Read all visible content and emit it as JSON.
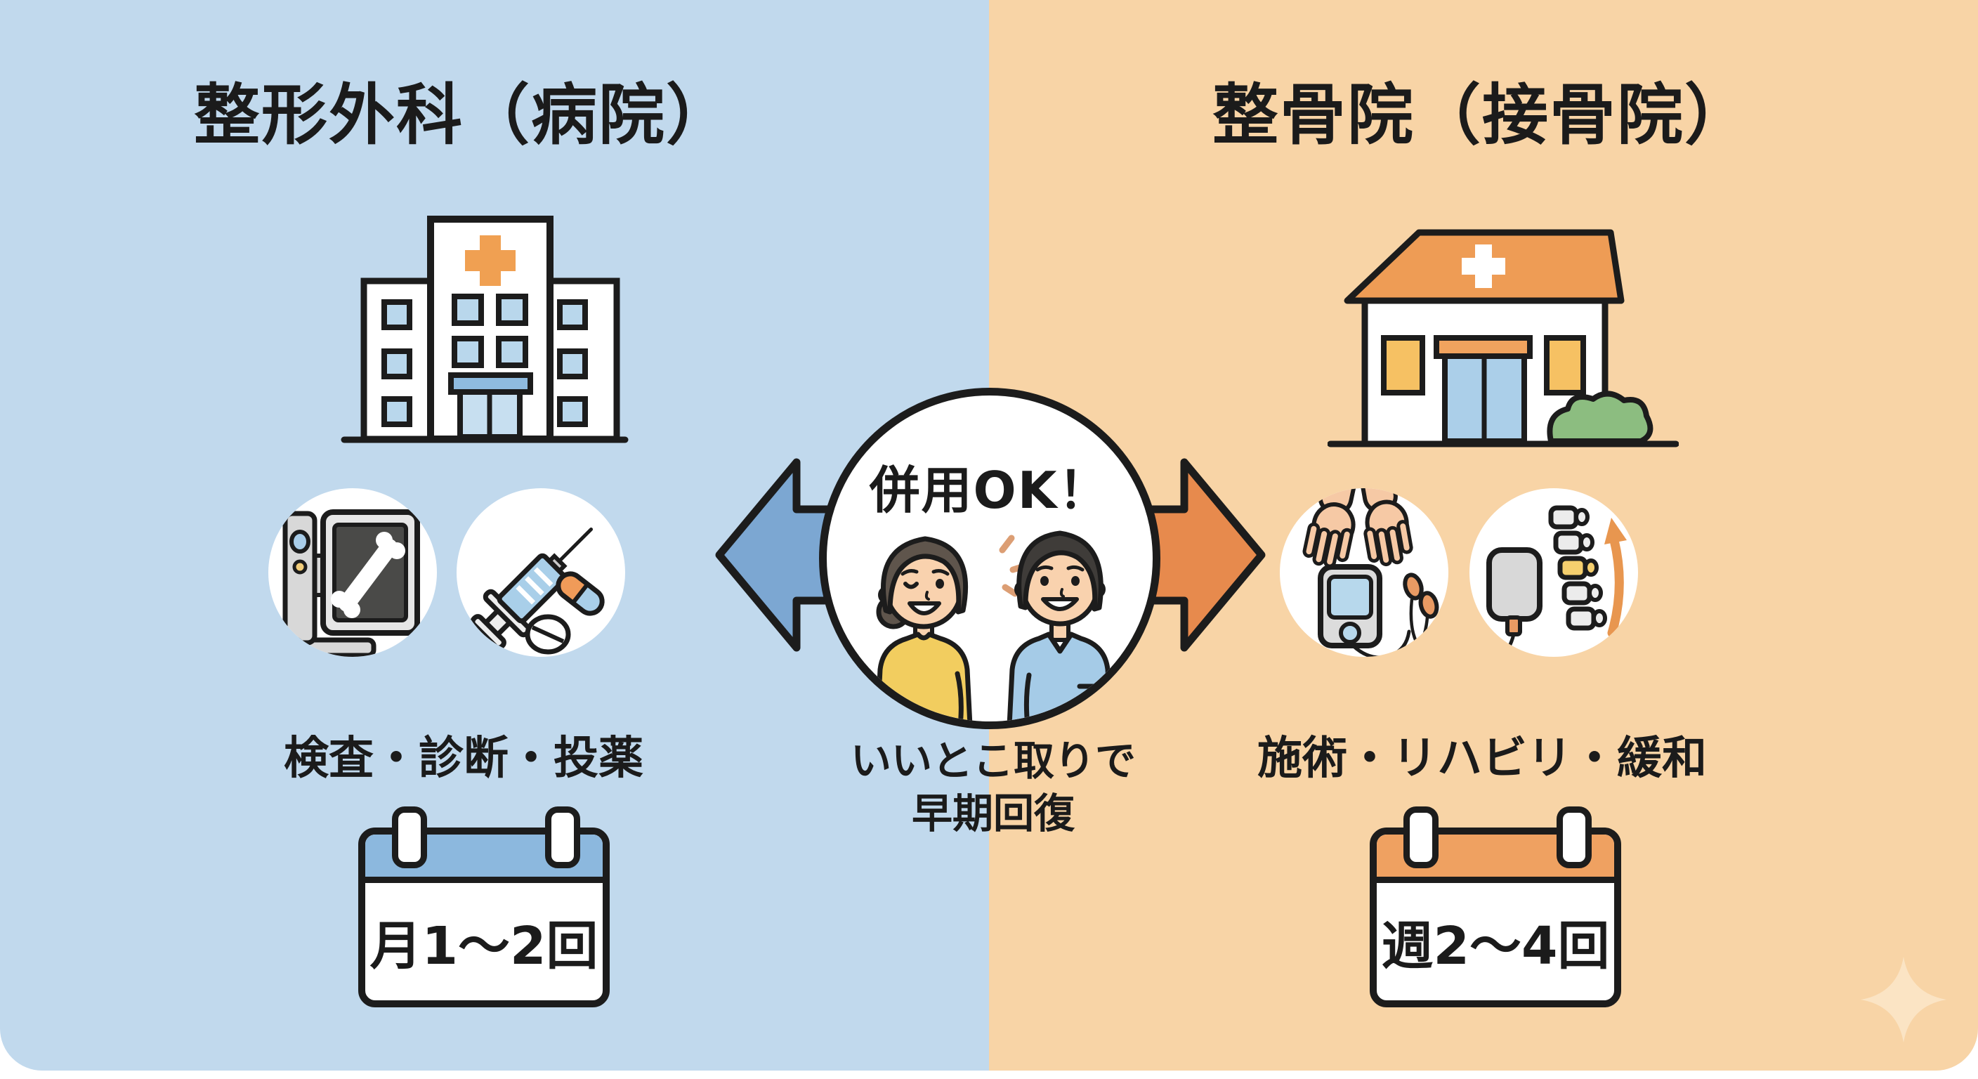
{
  "colors": {
    "left_bg": "#c1d9ed",
    "right_bg": "#f8d4a6",
    "arrow_blue": "#7ca7d2",
    "arrow_orange": "#e78a4d",
    "calendar_blue_header": "#8cb8de",
    "calendar_orange_header": "#efa161",
    "outline": "#1c1c1c",
    "cross_orange": "#f0a052",
    "roof_orange": "#ee9c55"
  },
  "left_panel": {
    "title": "整形外科（病院）",
    "caption": "検査・診断・投薬",
    "frequency": "月1〜2回",
    "icons": [
      "hospital-building-icon",
      "xray-machine-icon",
      "syringe-pills-icon",
      "calendar-icon"
    ]
  },
  "right_panel": {
    "title": "整骨院（接骨院）",
    "caption": "施術・リハビリ・緩和",
    "frequency": "週2〜4回",
    "icons": [
      "clinic-house-icon",
      "hands-massage-device-icon",
      "electrode-spine-icon",
      "calendar-icon"
    ]
  },
  "center": {
    "badge": "併用OK！",
    "caption_line1": "いいとこ取りで",
    "caption_line2": "早期回復",
    "icons": [
      "left-arrow-icon",
      "right-arrow-icon",
      "patient-and-therapist-illustration",
      "sparkle-icon"
    ]
  }
}
